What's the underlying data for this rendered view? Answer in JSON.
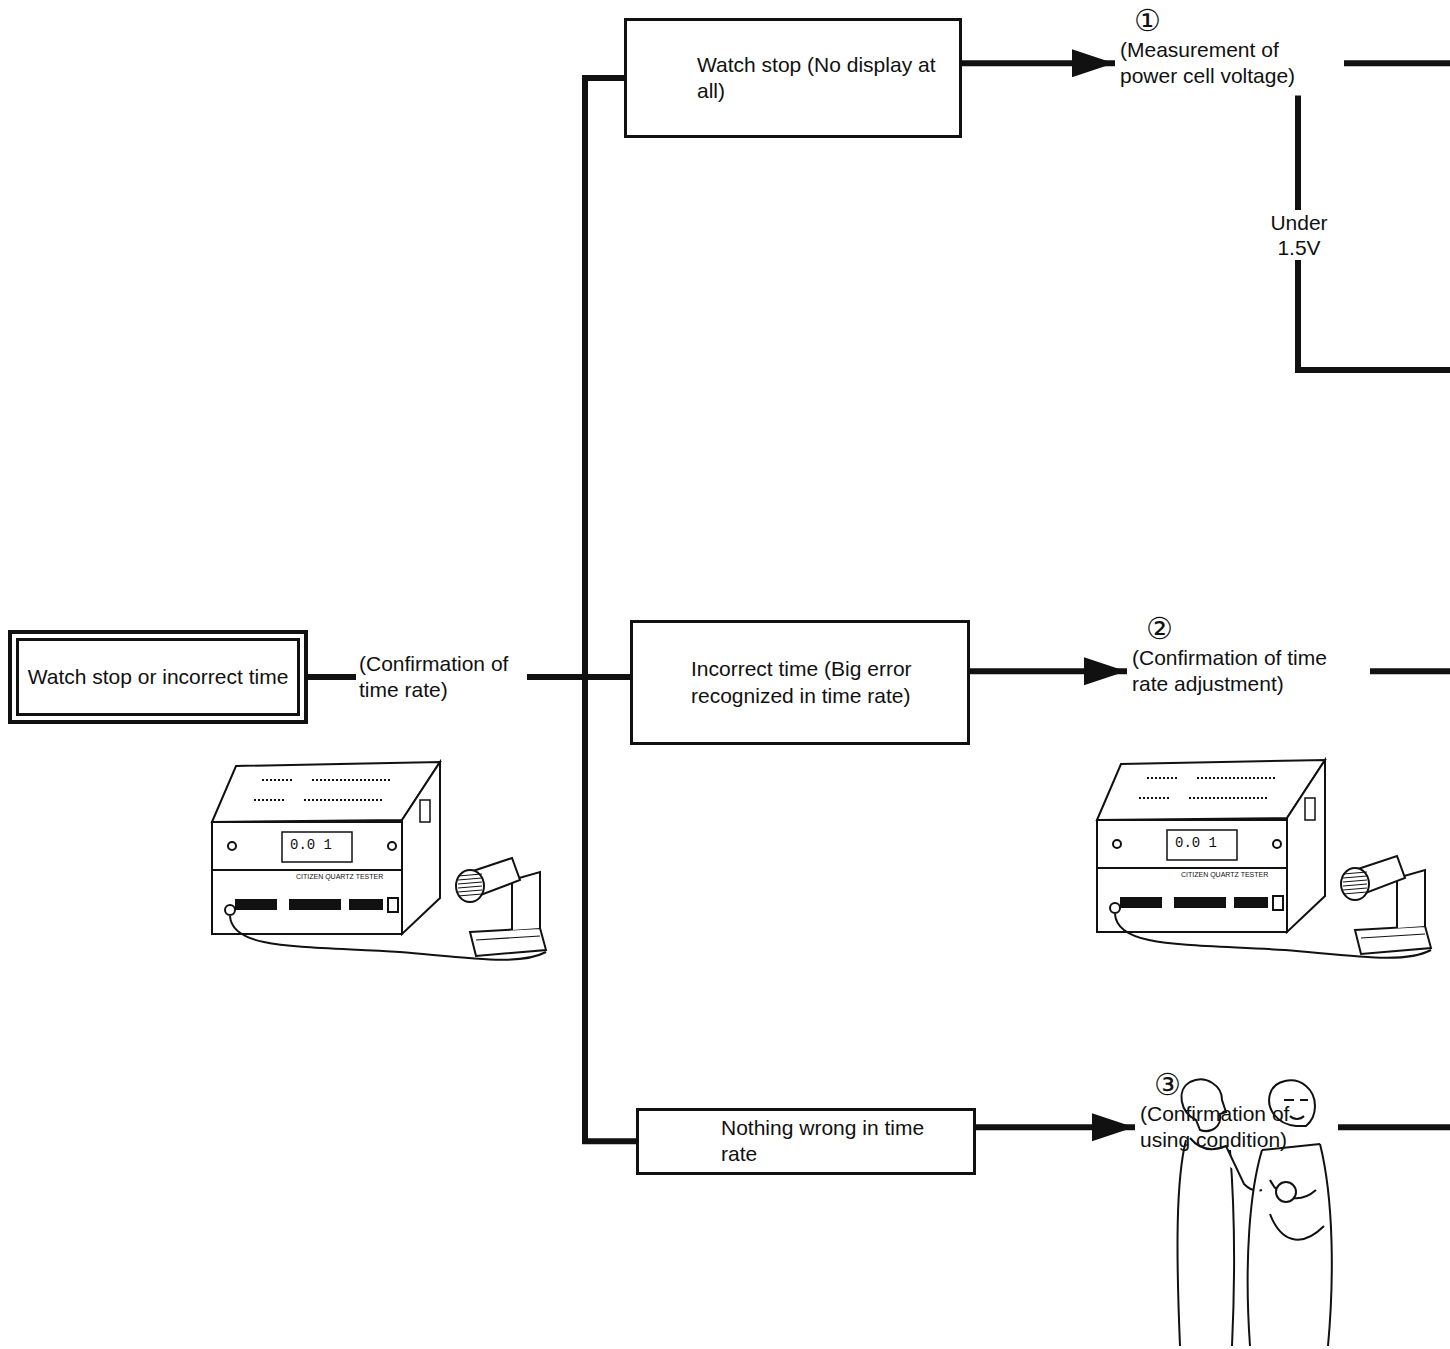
{
  "diagram": {
    "nodes": [
      {
        "text": [
          "Watch stop or incorrect time"
        ]
      },
      {
        "text": [
          "Watch stop (No display at all)"
        ]
      },
      {
        "text": [
          "Incorrect time (Big error recognized in time rate)"
        ]
      },
      {
        "text": [
          "Nothing wrong in time rate"
        ]
      },
      {
        "text": [
          "①",
          "(Measurement of power cell voltage)"
        ]
      },
      {
        "text": [
          "②",
          "(Confirmation of time rate adjustment)"
        ]
      },
      {
        "text": [
          "③",
          "(Confirmation of using condition)"
        ]
      }
    ],
    "edges": [
      {
        "from": 0,
        "to": 1,
        "arrow": "none"
      },
      {
        "from": 0,
        "to": 2,
        "label": "(Confirmation of time rate)",
        "arrow": "none"
      },
      {
        "from": 0,
        "to": 3,
        "arrow": "none"
      },
      {
        "from": 1,
        "to": 4,
        "arrow": "to"
      },
      {
        "from": 2,
        "to": 5,
        "arrow": "to"
      },
      {
        "from": 3,
        "to": 6,
        "arrow": "to"
      }
    ],
    "labels": [
      "Under 1.5V",
      "0.0 1",
      "CITIZEN QUARTZ TESTER",
      "0.0 1",
      "CITIZEN QUARTZ TESTER"
    ]
  }
}
